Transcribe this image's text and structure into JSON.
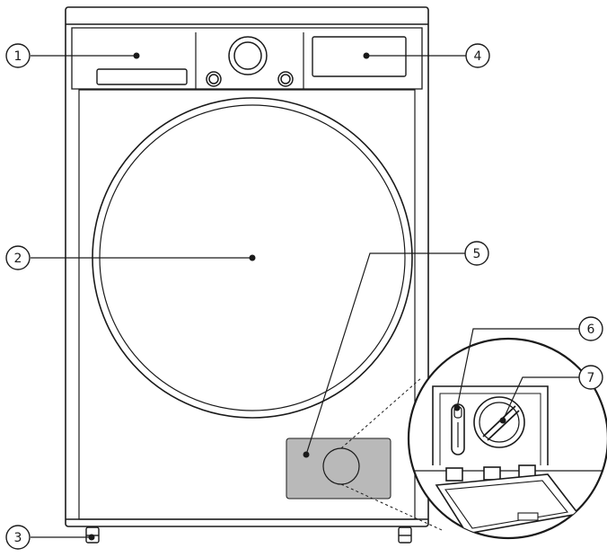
{
  "diagram": {
    "callouts": [
      {
        "number": "1"
      },
      {
        "number": "2"
      },
      {
        "number": "3"
      },
      {
        "number": "4"
      },
      {
        "number": "5"
      },
      {
        "number": "6"
      },
      {
        "number": "7"
      }
    ]
  },
  "colors": {
    "line": "#1a1a1a",
    "panel_highlight": "#b9b9b9",
    "background": "#ffffff"
  }
}
